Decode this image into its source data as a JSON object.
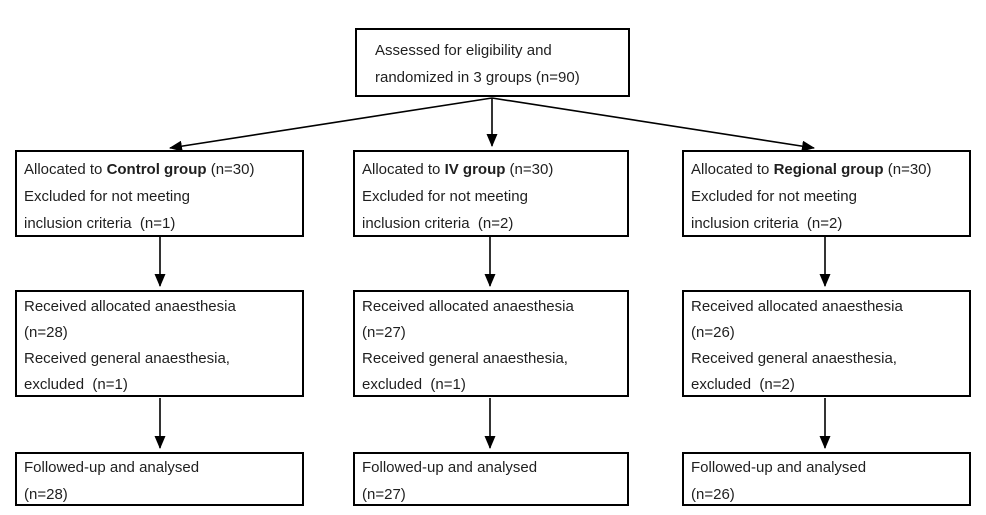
{
  "diagram": {
    "title_semantic": "CONSORT-style participant flow diagram, 3 arms",
    "colors": {
      "text": "#1f1f1f",
      "border": "#000000",
      "background": "#ffffff"
    },
    "top_box": {
      "lines": [
        "Assessed for eligibility and",
        "randomized in 3 groups (n=90)"
      ]
    },
    "columns": [
      {
        "id": "control",
        "allocation": {
          "prefix": "Allocated to ",
          "group_bold": "Control group",
          "suffix": " (n=30)",
          "line2": "Excluded for not meeting",
          "line3": "inclusion criteria  (n=1)"
        },
        "received": {
          "lines": [
            "Received allocated anaesthesia",
            "(n=28)",
            "Received general anaesthesia,",
            "excluded  (n=1)"
          ]
        },
        "followup": {
          "lines": [
            "Followed-up and analysed",
            "(n=28)"
          ]
        }
      },
      {
        "id": "iv",
        "allocation": {
          "prefix": "Allocated to ",
          "group_bold": "IV group",
          "suffix": " (n=30)",
          "line2": "Excluded for not meeting",
          "line3": "inclusion criteria  (n=2)"
        },
        "received": {
          "lines": [
            "Received allocated anaesthesia",
            "(n=27)",
            "Received general anaesthesia,",
            "excluded  (n=1)"
          ]
        },
        "followup": {
          "lines": [
            "Followed-up and analysed",
            "(n=27)"
          ]
        }
      },
      {
        "id": "regional",
        "allocation": {
          "prefix": "Allocated to ",
          "group_bold": "Regional group",
          "suffix": " (n=30)",
          "line2": "Excluded for not meeting",
          "line3": "inclusion criteria  (n=2)"
        },
        "received": {
          "lines": [
            "Received allocated anaesthesia",
            "(n=26)",
            "Received general anaesthesia,",
            "excluded  (n=2)"
          ]
        },
        "followup": {
          "lines": [
            "Followed-up and analysed",
            "(n=26)"
          ]
        }
      }
    ]
  }
}
